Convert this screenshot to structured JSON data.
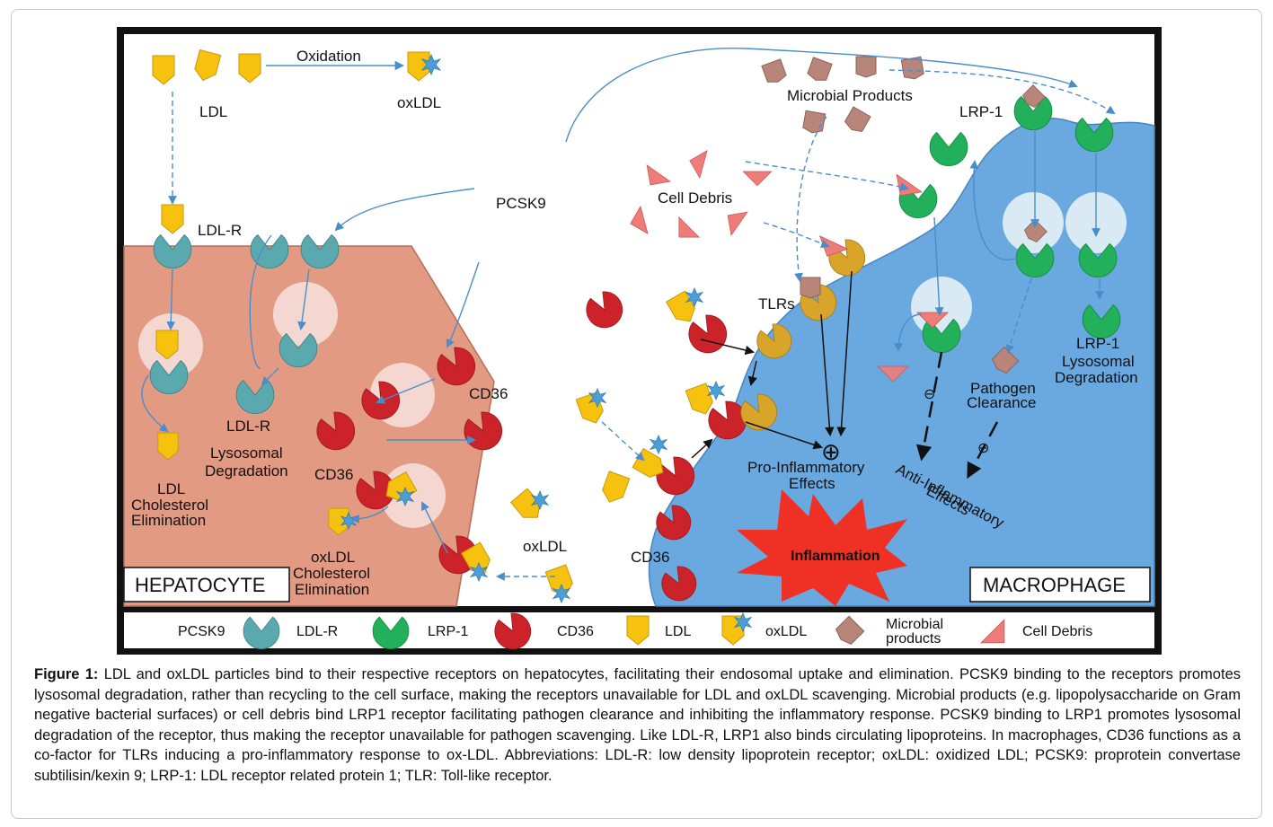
{
  "colors": {
    "pcsk9": "#a3338f",
    "ldlr": "#5aa9ae",
    "lrp1": "#22b05a",
    "cd36": "#cc2229",
    "ldl": "#f7c20f",
    "oxldl_star": "#4c9fd6",
    "microbial": "#b8857a",
    "debris": "#ee7d7a",
    "hepatocyte": "#e29a83",
    "macrophage": "#69a9e0",
    "vesicle": "#f5d7d2",
    "vesicle_mac": "#d9eaf4",
    "tlr": "#d8a429",
    "inflammation": "#ee3124"
  },
  "diagram": {
    "labels": {
      "oxidation": "Oxidation",
      "ldl_top": "LDL",
      "oxldl_top": "oxLDL",
      "pcsk9": "PCSK9",
      "ldlr_top": "LDL-R",
      "cell_debris": "Cell Debris",
      "microbial_products": "Microbial Products",
      "lrp1_top": "LRP-1",
      "tlrs": "TLRs",
      "cd36_a": "CD36",
      "cd36_b": "CD36",
      "cd36_c": "CD36",
      "ldlr_lower": "LDL-R",
      "lysosomal_degradation_1": "Lysosomal",
      "lysosomal_degradation_2": "Degradation",
      "ldl_elim_1": "LDL",
      "ldl_elim_2": "Cholesterol",
      "ldl_elim_3": "Elimination",
      "oxldl_elim_1": "oxLDL",
      "oxldl_elim_2": "Cholesterol",
      "oxldl_elim_3": "Elimination",
      "oxldl_mid": "oxLDL",
      "pro_inflammatory_1": "Pro-Inflammatory",
      "pro_inflammatory_2": "Effects",
      "anti_inflammatory_1": "Anti-Inflammatory",
      "anti_inflammatory_2": "Effects",
      "pathogen_clearance_1": "Pathogen",
      "pathogen_clearance_2": "Clearance",
      "lrp1_deg_1": "LRP-1",
      "lrp1_deg_2": "Lysosomal",
      "lrp1_deg_3": "Degradation",
      "inflammation": "Inflammation",
      "hepatocyte": "HEPATOCYTE",
      "macrophage": "MACROPHAGE",
      "plus_symbol": "⊕",
      "minus_symbol_1": "⊖",
      "minus_symbol_2": "⊖"
    },
    "legend": [
      {
        "key": "pcsk9",
        "label": "PCSK9"
      },
      {
        "key": "ldlr",
        "label": "LDL-R"
      },
      {
        "key": "lrp1",
        "label": "LRP-1"
      },
      {
        "key": "cd36",
        "label": "CD36"
      },
      {
        "key": "ldl",
        "label": "LDL"
      },
      {
        "key": "oxldl",
        "label": "oxLDL"
      },
      {
        "key": "microbial",
        "label_1": "Microbial",
        "label_2": "products"
      },
      {
        "key": "debris",
        "label": "Cell Debris"
      }
    ]
  },
  "caption": {
    "figure_label": "Figure 1:",
    "text": "LDL and oxLDL particles bind to their respective receptors on hepatocytes, facilitating their endosomal uptake and elimination. PCSK9 binding to the receptors promotes lysosomal degradation, rather than recycling to the cell surface, making the receptors unavailable for LDL and oxLDL scavenging. Microbial products (e.g. lipopolysaccharide on Gram negative bacterial surfaces) or cell debris bind LRP1 receptor facilitating pathogen clearance and inhibiting the inflammatory response. PCSK9 binding to LRP1 promotes lysosomal degradation of the receptor, thus making the receptor unavailable for pathogen scavenging. Like LDL-R, LRP1 also binds circulating lipoproteins. In macrophages, CD36 functions as a co-factor for TLRs inducing a pro-inflammatory response to ox-LDL. Abbreviations: LDL-R: low density lipoprotein receptor; oxLDL: oxidized LDL; PCSK9: proprotein convertase subtilisin/kexin 9; LRP-1: LDL receptor related protein 1; TLR: Toll-like receptor."
  }
}
